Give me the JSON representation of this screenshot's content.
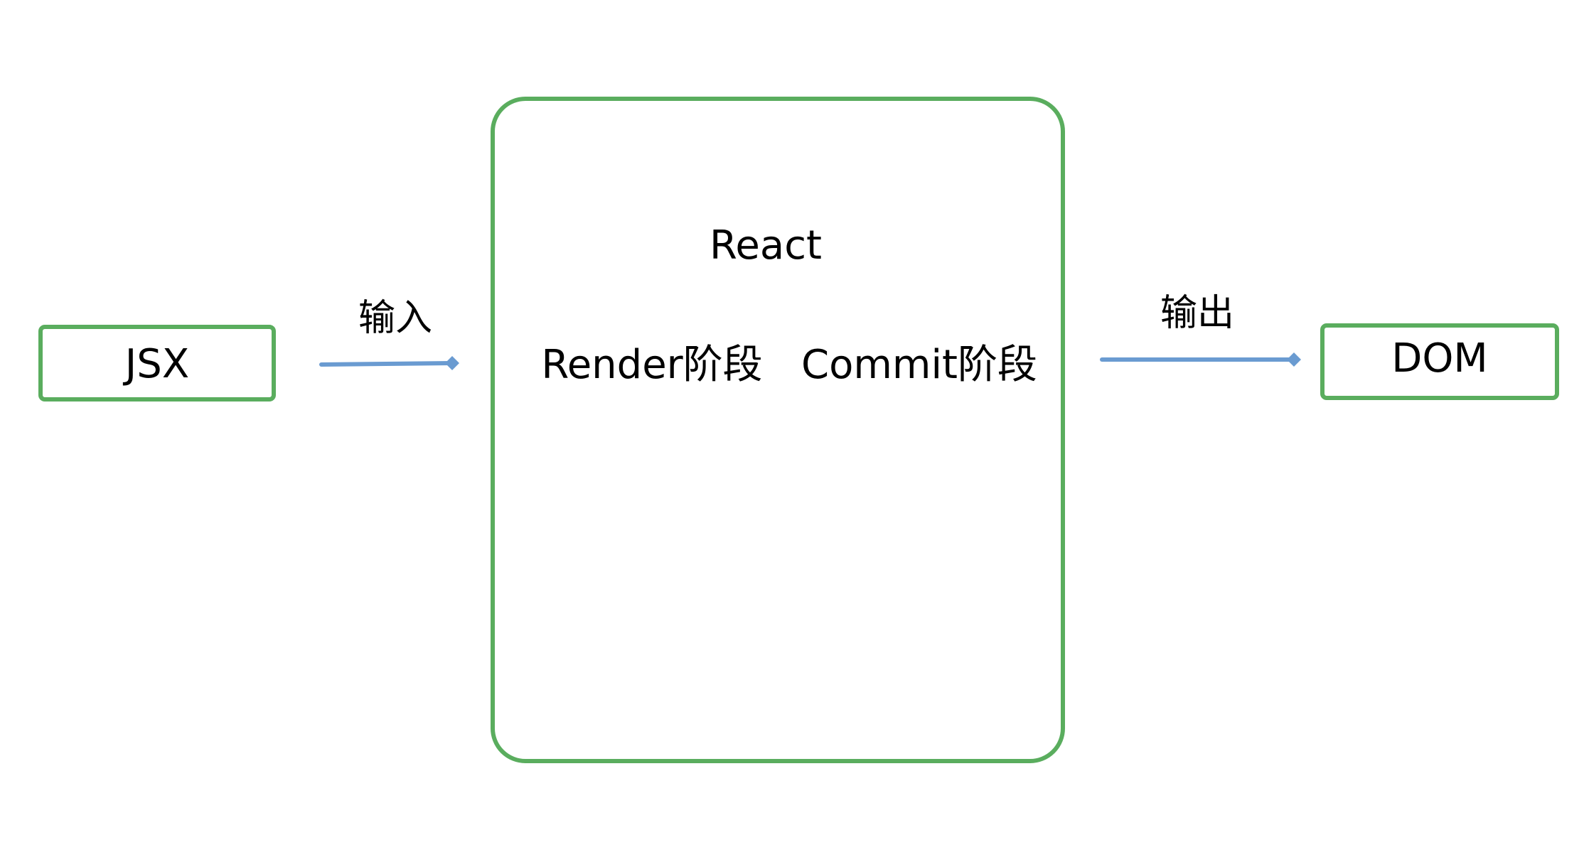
{
  "colors": {
    "box_border": "#5aad5e",
    "arrow": "#6a9bd1",
    "text": "#000000",
    "background": "#ffffff"
  },
  "nodes": {
    "input": {
      "label": "JSX"
    },
    "react": {
      "title": "React",
      "render_phase": "Render阶段",
      "commit_phase": "Commit阶段"
    },
    "output": {
      "label": "DOM"
    }
  },
  "edges": {
    "input_edge": {
      "label": "输入",
      "from": "JSX",
      "to": "React"
    },
    "output_edge": {
      "label": "输出",
      "from": "React",
      "to": "DOM"
    }
  }
}
